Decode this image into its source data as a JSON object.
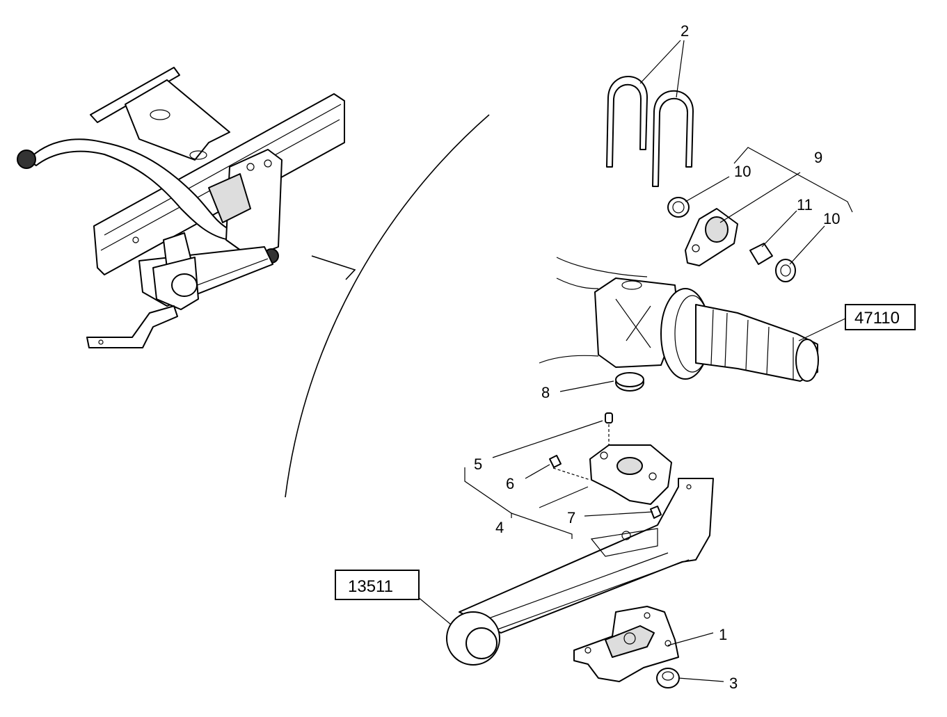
{
  "callouts": {
    "c1": "1",
    "c2": "2",
    "c3": "3",
    "c4": "4",
    "c5": "5",
    "c6": "6",
    "c7": "7",
    "c8": "8",
    "c9": "9",
    "c10a": "10",
    "c10b": "10",
    "c11": "11"
  },
  "reference_boxes": {
    "r47110": "47110",
    "r13511": "13511"
  }
}
